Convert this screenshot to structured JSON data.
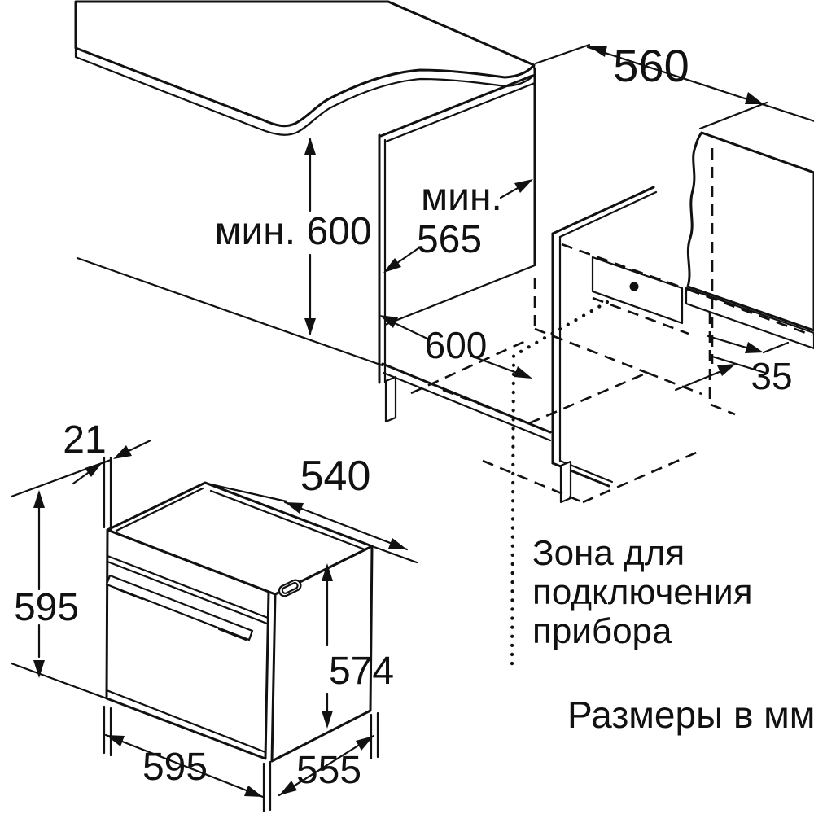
{
  "niche": {
    "width": "560",
    "min_height": "мин. 600",
    "min_depth_label": "мин.",
    "min_depth_value": "565",
    "floor_depth": "600",
    "rear_gap": "35"
  },
  "oven": {
    "door_protrusion": "21",
    "top_depth": "540",
    "height": "595",
    "side_height": "574",
    "width": "595",
    "depth": "555"
  },
  "notes": {
    "zone_line1": "Зона для",
    "zone_line2": "подключения",
    "zone_line3": "прибора",
    "units": "Размеры в мм"
  },
  "colors": {
    "line": "#111111",
    "surface_light": "#eaeaea",
    "surface_mid": "#cfcfcf",
    "wall_light": "#e8e8e8",
    "wall_mid": "#c4c4c4"
  }
}
